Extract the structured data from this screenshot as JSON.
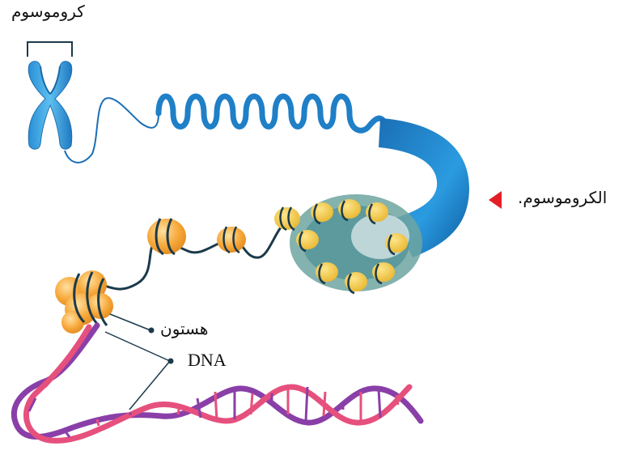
{
  "labels": {
    "chromosome_top": "کروموسوم",
    "chromosome_right": "الکروموسوم.",
    "histone": "هستون",
    "dna": "DNA"
  },
  "colors": {
    "chromatin_blue": "#1f7fc7",
    "chromatin_dark": "#1a5e99",
    "chromatid_light": "#3aa5e6",
    "histone_orange": "#f7a83a",
    "histone_yellow": "#f5c542",
    "dna_pink": "#e6507d",
    "dna_purple": "#8a3fa8",
    "pointer_red": "#e31e24",
    "leader_line": "#1b3a4b"
  }
}
